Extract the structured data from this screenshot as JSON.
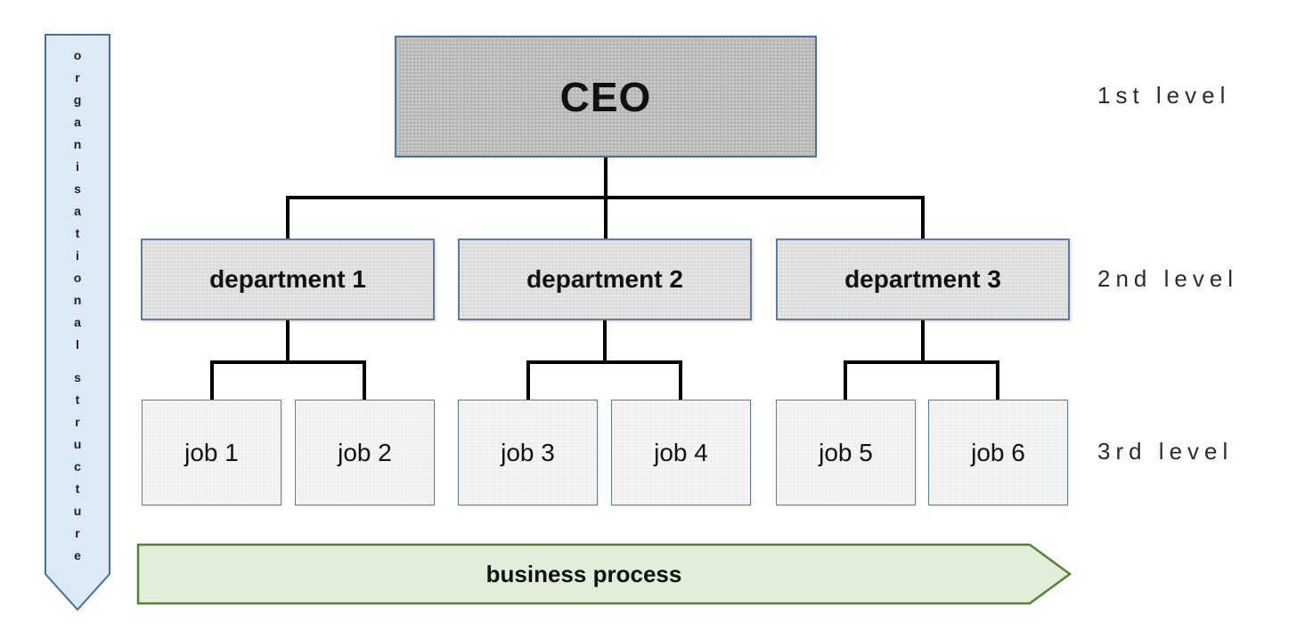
{
  "side_banner": {
    "label": "organisational structure",
    "words": [
      "organisational",
      "structure"
    ],
    "fill": "#dce9f6",
    "border": "#41719c"
  },
  "org_chart": {
    "root": {
      "label": "CEO",
      "fill": "#b7b7b7"
    },
    "departments": [
      {
        "label": "department 1"
      },
      {
        "label": "department 2"
      },
      {
        "label": "department 3"
      }
    ],
    "jobs": [
      {
        "label": "job 1",
        "parent": "department 1"
      },
      {
        "label": "job 2",
        "parent": "department 1"
      },
      {
        "label": "job 3",
        "parent": "department 2"
      },
      {
        "label": "job 4",
        "parent": "department 2"
      },
      {
        "label": "job 5",
        "parent": "department 3"
      },
      {
        "label": "job 6",
        "parent": "department 3"
      }
    ],
    "department_fill": "#dcdcdc",
    "job_fill": "#f0f0f0",
    "box_border": "#5a7da0",
    "connector_color": "#000000"
  },
  "level_labels": [
    {
      "label": "1st level"
    },
    {
      "label": "2nd level"
    },
    {
      "label": "3rd level"
    }
  ],
  "process_arrow": {
    "label": "business process",
    "fill": "#e3eeda",
    "border": "#548235"
  }
}
